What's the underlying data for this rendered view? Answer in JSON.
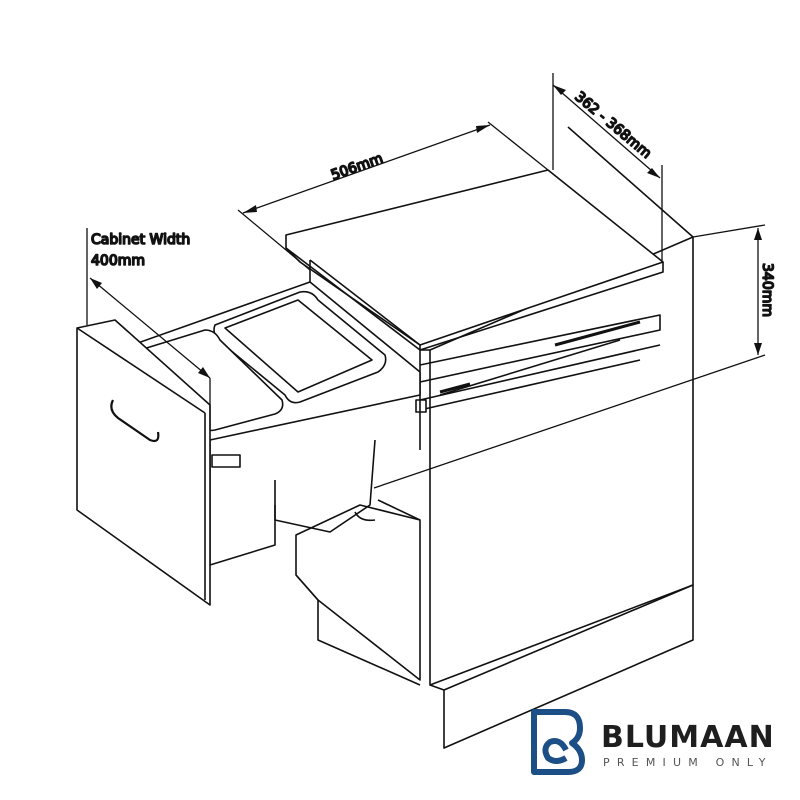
{
  "labels": {
    "cabinet_width_title": "Cabinet Width",
    "cabinet_width_value": "400mm",
    "depth": "506mm",
    "internal_width": "362 - 368mm",
    "height": "340mm"
  },
  "brand": {
    "name": "BLUMAAN",
    "tagline": "PREMIUM ONLY",
    "color": "#1b4f86"
  }
}
